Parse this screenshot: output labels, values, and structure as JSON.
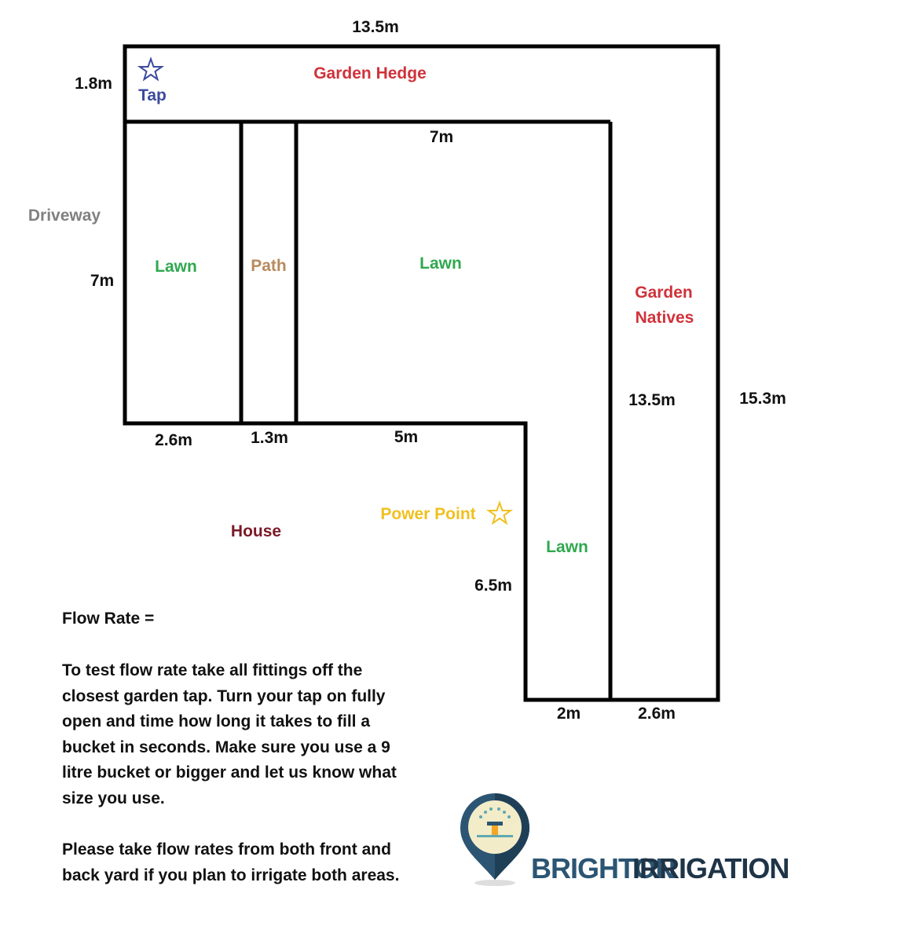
{
  "dimensions": {
    "top": "13.5m",
    "hedge_height": "1.8m",
    "inner_top": "7m",
    "left_height": "7m",
    "right_inner": "13.5m",
    "right_outer": "15.3m",
    "bottom_lawn": "2.6m",
    "bottom_path": "1.3m",
    "bottom_lawn2": "5m",
    "lower_lawn_height": "6.5m",
    "bottom_lower_lawn": "2m",
    "bottom_natives": "2.6m"
  },
  "areas": {
    "hedge": "Garden Hedge",
    "tap": "Tap",
    "driveway": "Driveway",
    "lawn_left": "Lawn",
    "path": "Path",
    "lawn_main": "Lawn",
    "natives_1": "Garden",
    "natives_2": "Natives",
    "house": "House",
    "power_point": "Power Point",
    "lawn_lower": "Lawn"
  },
  "notes": {
    "flow_rate": "Flow Rate =",
    "instructions": "To test flow rate take all fittings off the closest garden tap. Turn your tap on fully open and time how long it takes to fill a bucket in seconds. Make sure you use a 9 litre bucket or bigger and let us know what size you use.",
    "both_yards": "Please take flow rates from both front and back yard if you plan to irrigate both areas."
  },
  "logo": {
    "word1": "BRIGHTON",
    "word2": "IRRIGATION"
  },
  "colors": {
    "red": "#d0323a",
    "green": "#2fa84f",
    "blue": "#3c4a9c",
    "path": "#b88a5e",
    "house": "#7a1a28",
    "power": "#f0c020",
    "driveway": "#808080"
  }
}
